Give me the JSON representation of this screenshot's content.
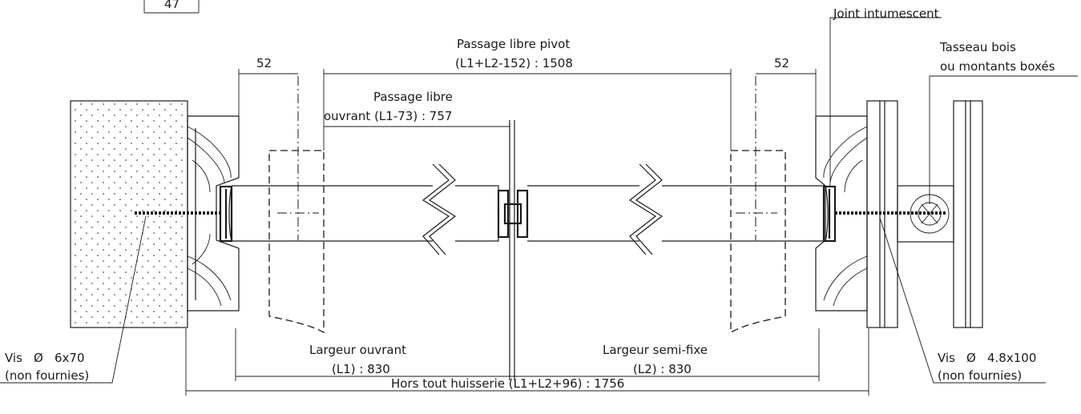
{
  "labels": {
    "top_dim": "47",
    "joint": "Joint intumescent",
    "tasseau_1": "Tasseau bois",
    "tasseau_2": "ou montants boxés",
    "passage_pivot_1": "Passage libre pivot",
    "passage_pivot_2": "(L1+L2-152) : 1508",
    "dim_left": "52",
    "dim_right": "52",
    "passage_ouvrant_1": "Passage libre",
    "passage_ouvrant_2": "ouvrant (L1-73) : 757",
    "vis_left_1": "Vis",
    "vis_left_2": "6x70",
    "vis_left_3": "(non fournies)",
    "largeur_ouvrant_1": "Largeur ouvrant",
    "largeur_ouvrant_2": "(L1) : 830",
    "largeur_semi_1": "Largeur semi-fixe",
    "largeur_semi_2": "(L2) : 830",
    "vis_right_1": "Vis",
    "vis_right_2": "4.8x100",
    "vis_right_3": "(non fournies)",
    "hors_tout": "Hors tout huisserie (L1+L2+96) : 1756",
    "diameter_symbol": "Ø"
  }
}
